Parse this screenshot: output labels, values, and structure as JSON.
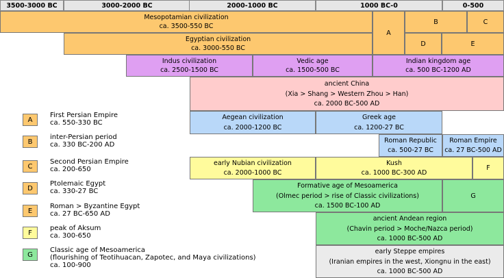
{
  "header": [
    "3500-3000 BC",
    "3000-2000 BC",
    "2000-1000 BC",
    "1000 BC-0",
    "0-500"
  ],
  "colors": {
    "orange": "#fdc86f",
    "violet": "#df9ff2",
    "pink": "#ffcccc",
    "blue": "#b9d8f9",
    "yellow": "#fffb9c",
    "green": "#8de89d",
    "gray": "#ebebeb",
    "header": "#e6e6e6"
  },
  "blocks": [
    {
      "id": "mesopotamia",
      "lines": [
        "Mesopotamian civilization",
        "ca. 3500-550 BC"
      ],
      "color": "orange"
    },
    {
      "id": "egypt",
      "lines": [
        "Egyptian civilization",
        "ca. 3000-550 BC"
      ],
      "color": "orange"
    },
    {
      "id": "A",
      "lines": [
        "A"
      ],
      "color": "orange"
    },
    {
      "id": "B",
      "lines": [
        "B"
      ],
      "color": "orange"
    },
    {
      "id": "C",
      "lines": [
        "C"
      ],
      "color": "orange"
    },
    {
      "id": "D",
      "lines": [
        "D"
      ],
      "color": "orange"
    },
    {
      "id": "E",
      "lines": [
        "E"
      ],
      "color": "orange"
    },
    {
      "id": "indus",
      "lines": [
        "Indus civilization",
        "ca. 2500-1500 BC"
      ],
      "color": "violet"
    },
    {
      "id": "vedic",
      "lines": [
        "Vedic age",
        "ca. 1500-500 BC"
      ],
      "color": "violet"
    },
    {
      "id": "indian-kingdom",
      "lines": [
        "Indian kingdom age",
        "ca. 500 BC-1200 AD"
      ],
      "color": "violet"
    },
    {
      "id": "china",
      "lines": [
        "ancient China",
        "(Xia > Shang > Western Zhou > Han)",
        "ca. 2000 BC-500 AD"
      ],
      "color": "pink"
    },
    {
      "id": "aegean",
      "lines": [
        "Aegean civilization",
        "ca. 2000-1200 BC"
      ],
      "color": "blue"
    },
    {
      "id": "greek",
      "lines": [
        "Greek age",
        "ca. 1200-27 BC"
      ],
      "color": "blue"
    },
    {
      "id": "roman-republic",
      "lines": [
        "Roman Republic",
        "ca. 500-27 BC"
      ],
      "color": "blue"
    },
    {
      "id": "roman-empire",
      "lines": [
        "Roman Empire",
        "ca. 27 BC-500 AD"
      ],
      "color": "blue"
    },
    {
      "id": "nubian",
      "lines": [
        "early Nubian civilization",
        "ca. 2000-1000 BC"
      ],
      "color": "yellow"
    },
    {
      "id": "kush",
      "lines": [
        "Kush",
        "ca. 1000 BC-300 AD"
      ],
      "color": "yellow"
    },
    {
      "id": "F",
      "lines": [
        "F"
      ],
      "color": "yellow"
    },
    {
      "id": "mesoamerica",
      "lines": [
        "Formative age of Mesoamerica",
        "(Olmec period > rise of Classic civilizations)",
        "ca. 1500 BC-100 AD"
      ],
      "color": "green"
    },
    {
      "id": "G",
      "lines": [
        "G"
      ],
      "color": "green"
    },
    {
      "id": "andean",
      "lines": [
        "ancient Andean region",
        "(Chavin period > Moche/Nazca period)",
        "ca. 1000 BC-500 AD"
      ],
      "color": "green"
    },
    {
      "id": "steppe",
      "lines": [
        "early Steppe empires",
        "(Iranian empires in the west, Xiongnu in the east)",
        "ca. 1000 BC-500 AD"
      ],
      "color": "gray"
    }
  ],
  "legend": [
    {
      "key": "A",
      "color": "orange",
      "lines": [
        "First Persian Empire",
        "ca. 550-330 BC"
      ]
    },
    {
      "key": "B",
      "color": "orange",
      "lines": [
        "inter-Persian period",
        "ca. 330 BC-200 AD"
      ]
    },
    {
      "key": "C",
      "color": "orange",
      "lines": [
        "Second Persian Empire",
        "ca. 200-650"
      ]
    },
    {
      "key": "D",
      "color": "orange",
      "lines": [
        "Ptolemaic Egypt",
        "ca. 330-27 BC"
      ]
    },
    {
      "key": "E",
      "color": "orange",
      "lines": [
        "Roman > Byzantine Egypt",
        "ca. 27 BC-650 AD"
      ]
    },
    {
      "key": "F",
      "color": "yellow",
      "lines": [
        "peak of Aksum",
        "ca. 300-650"
      ]
    },
    {
      "key": "G",
      "color": "green",
      "lines": [
        "Classic age of Mesoamerica",
        "(flourishing of Teotihuacan, Zapotec, and Maya civilizations)",
        "ca. 100-900"
      ]
    }
  ]
}
